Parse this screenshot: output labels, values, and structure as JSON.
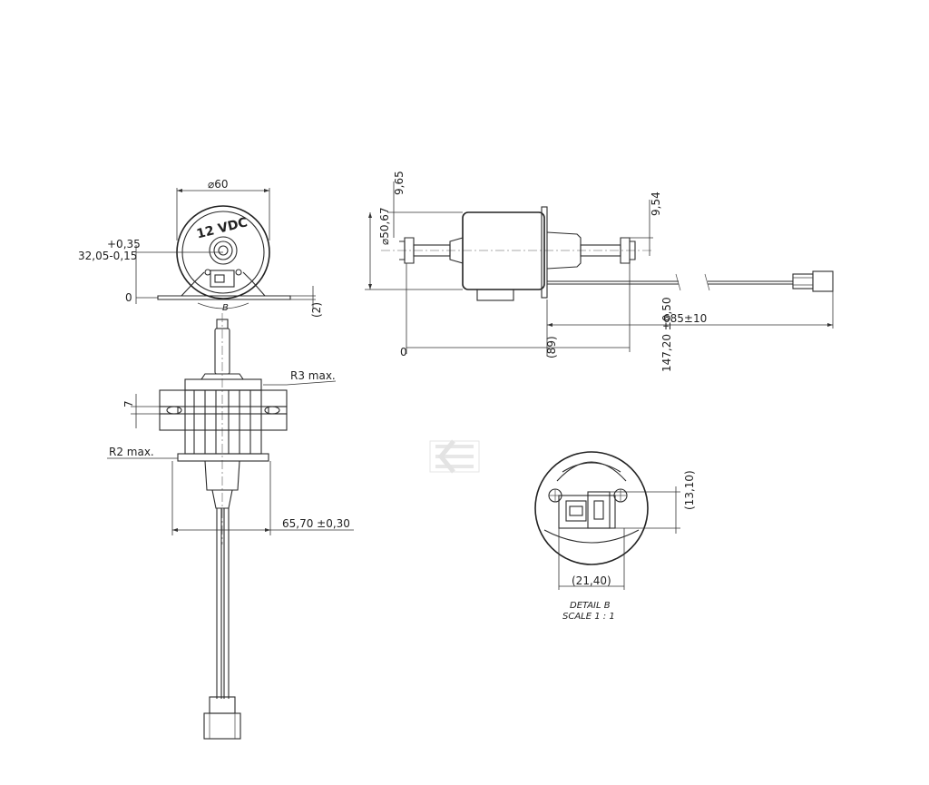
{
  "labels": {
    "diameter_60": "⌀60",
    "voltage": "12 VDC",
    "tol_plus": "+0,35",
    "tol_base": "32,05-0,15",
    "zero_left": "0",
    "section_b": "B",
    "paren_2": "(2)",
    "height_965": "9,65",
    "diameter_5067": "⌀50,67",
    "dim_954": "9,54",
    "dim_68510": "685±10",
    "zero_side": "0",
    "paren_89": "(89)",
    "dim_14720": "147,20 ±0,50",
    "r3_max": "R3 max.",
    "dim_7": "7",
    "r2_max": "R2 max.",
    "dim_6570": "65,70 ±0,30",
    "detail_1310": "(13,10)",
    "detail_2140": "(21,40)",
    "detail_title": "DETAIL B",
    "detail_scale": "SCALE 1 : 1"
  },
  "colors": {
    "line": "#2b2b2b",
    "watermark": "#d8d8d8",
    "background": "#ffffff"
  }
}
